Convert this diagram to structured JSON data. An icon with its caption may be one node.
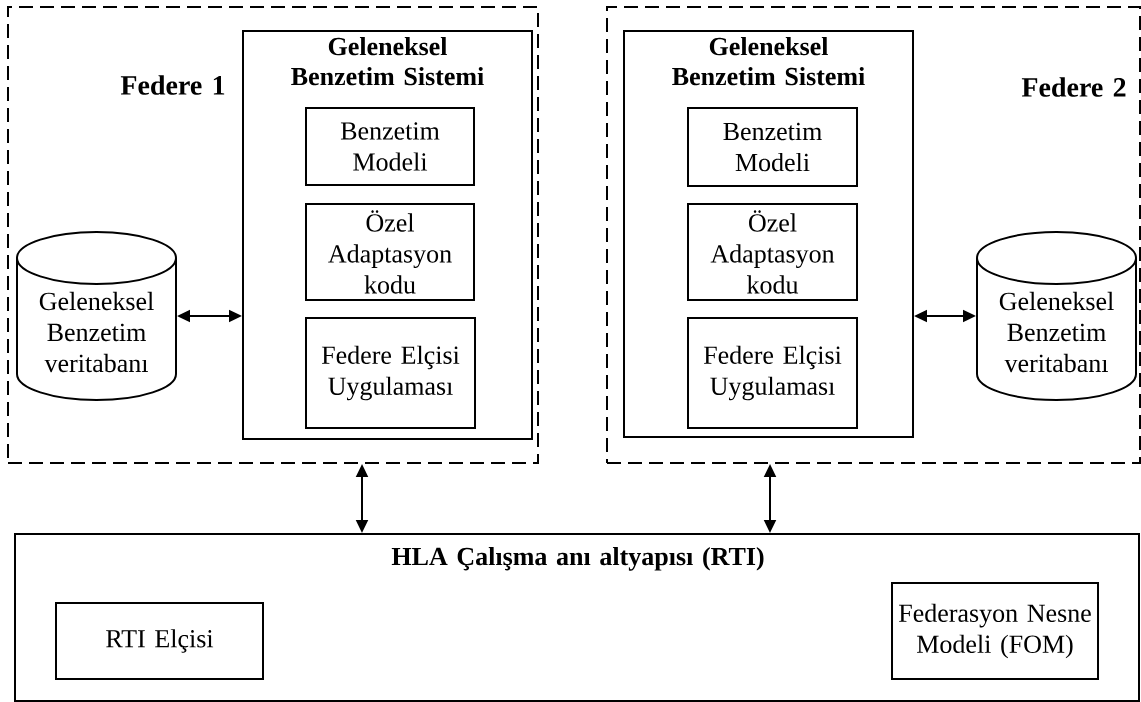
{
  "diagram": {
    "nodes": [
      {
        "text": [
          "Federe 1"
        ]
      },
      {
        "text": [
          "Geleneksel Benzetim Sistemi"
        ],
        "in": 0
      },
      {
        "text": [
          "Benzetim Modeli"
        ],
        "in": 1
      },
      {
        "text": [
          "Özel Adaptasyon kodu"
        ],
        "in": 1
      },
      {
        "text": [
          "Federe Elçisi Uygulaması"
        ],
        "in": 1
      },
      {
        "text": [
          "Geleneksel Benzetim veritabanı"
        ],
        "in": 0
      },
      {
        "text": [
          "Federe 2"
        ]
      },
      {
        "text": [
          "Geleneksel Benzetim Sistemi"
        ],
        "in": 6
      },
      {
        "text": [
          "Benzetim Modeli"
        ],
        "in": 7
      },
      {
        "text": [
          "Özel Adaptasyon kodu"
        ],
        "in": 7
      },
      {
        "text": [
          "Federe Elçisi Uygulaması"
        ],
        "in": 7
      },
      {
        "text": [
          "Geleneksel Benzetim veritabanı"
        ],
        "in": 6
      },
      {
        "text": [
          "HLA Çalışma anı altyapısı (RTI)"
        ]
      },
      {
        "text": [
          "RTI Elçisi"
        ],
        "in": 12
      },
      {
        "text": [
          "Federasyon Nesne Modeli (FOM)"
        ],
        "in": 12
      }
    ],
    "edges": [
      {
        "from": 5,
        "to": 1,
        "arrow": "both"
      },
      {
        "from": 7,
        "to": 11,
        "arrow": "both"
      },
      {
        "from": 0,
        "to": 12,
        "arrow": "both"
      },
      {
        "from": 6,
        "to": 12,
        "arrow": "both"
      }
    ]
  }
}
